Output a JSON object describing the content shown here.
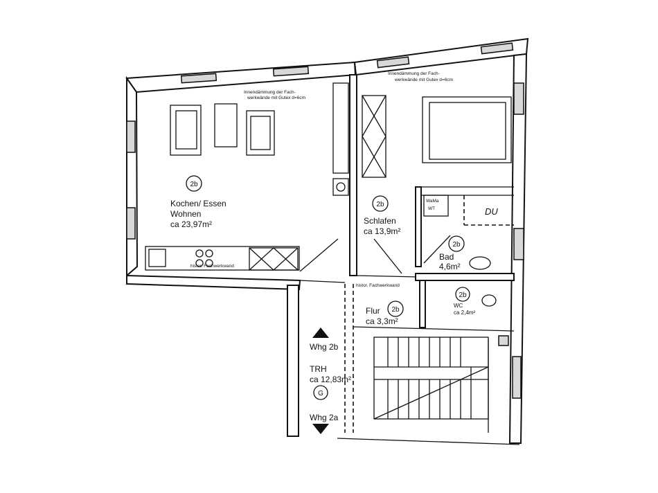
{
  "rooms": {
    "kitchen": {
      "badge": "2b",
      "line1": "Kochen/ Essen",
      "line2": "Wohnen",
      "area": "ca 23,97m²"
    },
    "bedroom": {
      "badge": "2b",
      "line1": "Schlafen",
      "area": "ca 13,9m²"
    },
    "bath": {
      "badge": "2b",
      "line1": "Bad",
      "area": "4,6m²"
    },
    "wc": {
      "badge": "2b",
      "line1": "WC",
      "area": "ca 2,4m²"
    },
    "hall": {
      "badge": "2b",
      "line1": "Flur",
      "area": "ca 3,3m²"
    },
    "stair": {
      "badge": "G",
      "line1": "TRH",
      "area": "ca 12,83m²"
    }
  },
  "notes": {
    "insulation_left_1": "Innendämmung der Fach-",
    "insulation_left_2": "werkwände mit Gutex d=6cm",
    "insulation_right_1": "Innendämmung der Fach-",
    "insulation_right_2": "werkwände mit Gutex d=6cm",
    "historic_wall_kitchen": "histor. Fachwerkwand",
    "historic_wall_hall": "histor. Fachwerkwand"
  },
  "fixtures": {
    "washer_1": "WaMa",
    "washer_2": "WT",
    "shower": "DU"
  },
  "stairs": {
    "up_label": "Whg 2b",
    "down_label": "Whg 2a"
  }
}
